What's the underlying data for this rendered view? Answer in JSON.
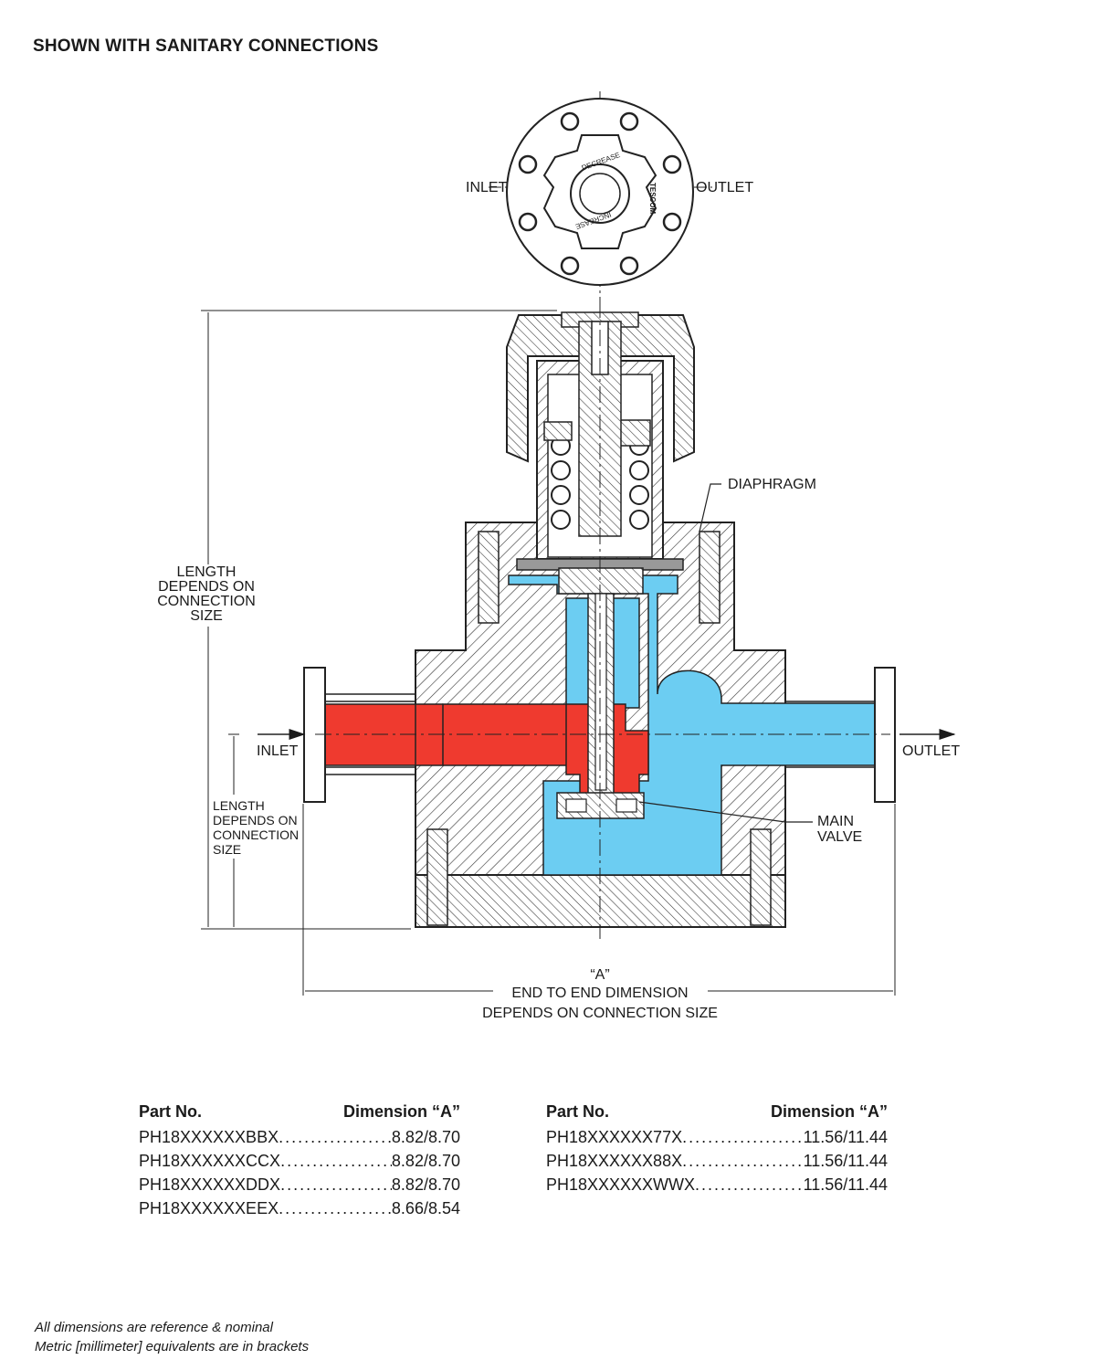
{
  "heading": "SHOWN WITH SANITARY CONNECTIONS",
  "top_view": {
    "inlet_label": "INLET",
    "outlet_label": "OUTLET",
    "decrease_label": "DECREASE",
    "increase_label": "INCREASE",
    "brand_label": "TESCOM"
  },
  "section_view": {
    "diaphragm_label": "DIAPHRAGM",
    "main_valve_label": [
      "MAIN",
      "VALVE"
    ],
    "inlet_label": "INLET",
    "outlet_label": "OUTLET",
    "height_note": [
      "LENGTH",
      "DEPENDS ON",
      "CONNECTION",
      "SIZE"
    ],
    "inlet_height_note": [
      "LENGTH",
      "DEPENDS ON",
      "CONNECTION",
      "SIZE"
    ],
    "dimension_a": [
      "“A”",
      "END TO END DIMENSION",
      "DEPENDS ON CONNECTION SIZE"
    ],
    "colors": {
      "inlet_flow": "#ef3a2f",
      "outlet_flow": "#6ccdf2"
    }
  },
  "tables": {
    "left": {
      "col_part": "Part No.",
      "col_dim": "Dimension “A”",
      "rows": [
        {
          "part": "PH18XXXXXXBBX",
          "dim": "8.82/8.70"
        },
        {
          "part": "PH18XXXXXXCCX",
          "dim": "8.82/8.70"
        },
        {
          "part": "PH18XXXXXXDDX",
          "dim": "8.82/8.70"
        },
        {
          "part": "PH18XXXXXXEEX",
          "dim": "8.66/8.54"
        }
      ]
    },
    "right": {
      "col_part": "Part No.",
      "col_dim": "Dimension “A”",
      "rows": [
        {
          "part": "PH18XXXXXX77X",
          "dim": "11.56/11.44"
        },
        {
          "part": "PH18XXXXXX88X",
          "dim": "11.56/11.44"
        },
        {
          "part": "PH18XXXXXXWWX",
          "dim": "11.56/11.44"
        }
      ]
    }
  },
  "notes": [
    "All dimensions are reference & nominal",
    "Metric [millimeter] equivalents are in brackets"
  ]
}
